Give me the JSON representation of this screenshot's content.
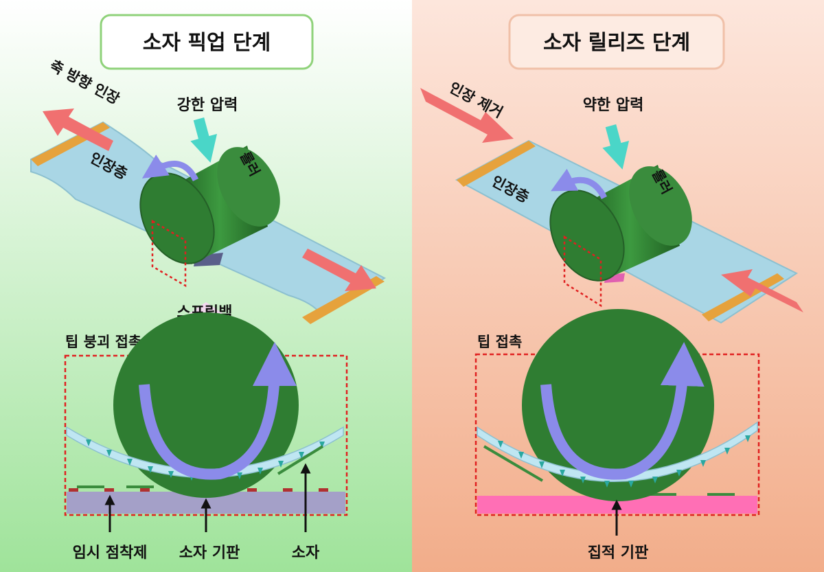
{
  "left_panel": {
    "title": "소자 픽업 단계",
    "labels": {
      "axial_tension": "축 방향 인장",
      "strong_pressure": "강한 압력",
      "roller": "롤러",
      "tension_layer": "인장층",
      "springback": "스프링백",
      "tip_collapse_contact": "팁 붕괴 접촉",
      "temp_adhesive": "임시 점착제",
      "device_substrate": "소자 기판",
      "device": "소자"
    },
    "colors": {
      "bg_top": "#ffffff",
      "bg_bottom": "#9fe39a",
      "title_border": "#8fd27a"
    }
  },
  "right_panel": {
    "title": "소자 릴리즈 단계",
    "labels": {
      "tension_removed": "인장 제거",
      "weak_pressure": "약한 압력",
      "roller": "롤러",
      "tension_layer": "인장층",
      "tip_contact": "팁 접촉",
      "integration_substrate": "집적 기판"
    },
    "colors": {
      "bg_top": "#fde6dc",
      "bg_bottom": "#f2ad8a",
      "title_border": "#f0c0a8"
    }
  },
  "colors": {
    "roller": "#2f7d32",
    "rotation_arrow": "#8b8bea",
    "tension_arrow": "#f07070",
    "pressure_arrow": "#4ad6c8",
    "film": "#a9d6e5",
    "clamp": "#e6a23c",
    "dashed_box": "#e02020",
    "device_substrate": "#a4a0c8",
    "integration_substrate": "#ff6fb5"
  }
}
